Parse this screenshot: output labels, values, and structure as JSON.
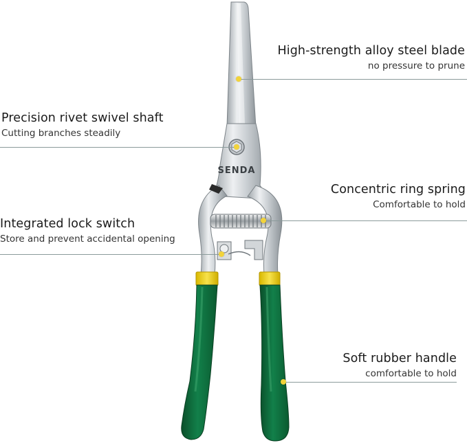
{
  "product": {
    "brand": "SENDA"
  },
  "features": [
    {
      "title": "High-strength alloy steel blade",
      "subtitle": "no pressure to prune"
    },
    {
      "title": "Precision rivet swivel shaft",
      "subtitle": "Cutting branches steadily"
    },
    {
      "title": "Concentric ring spring",
      "subtitle": "Comfortable to hold"
    },
    {
      "title": "Integrated lock switch",
      "subtitle": "Store and prevent accidental opening"
    },
    {
      "title": "Soft rubber handle",
      "subtitle": "comfortable to hold"
    }
  ],
  "colors": {
    "handle": "#0f6e3a",
    "handle_dark": "#0a4f2a",
    "collar": "#f1d21a",
    "steel": "#cfd3d6",
    "marker": "#f2d33a",
    "leader_line": "#8a9a9a"
  }
}
